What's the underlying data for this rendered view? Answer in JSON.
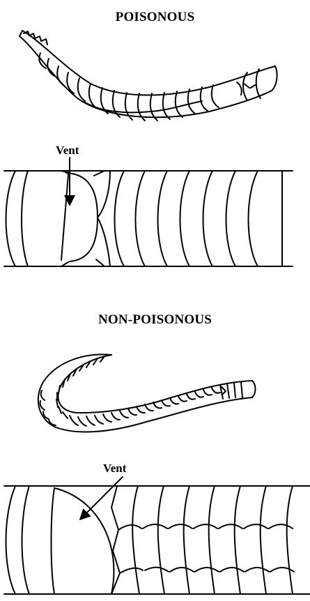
{
  "poisonous": {
    "title": "POISONOUS",
    "vent_label": "Vent"
  },
  "non_poisonous": {
    "title": "NON-POISONOUS",
    "vent_label": "Vent"
  }
}
